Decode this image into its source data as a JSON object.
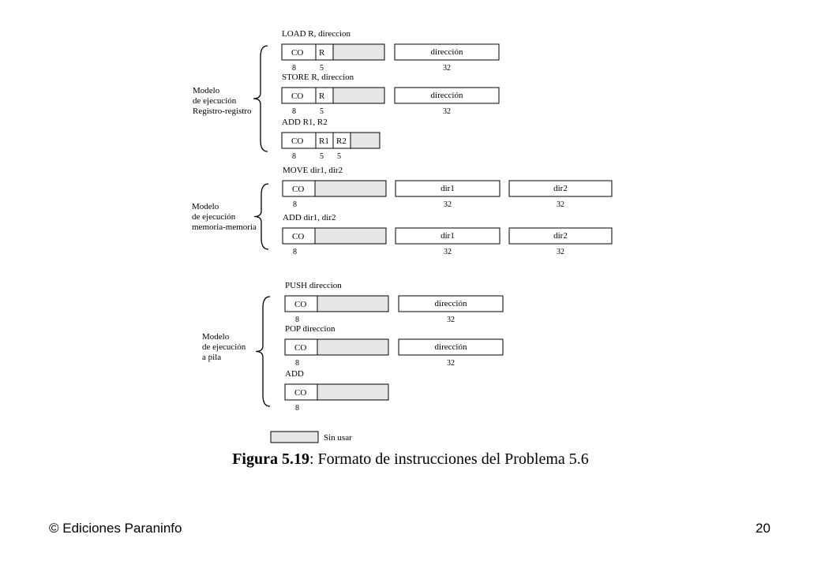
{
  "groups": [
    {
      "label_lines": [
        "Modelo",
        "de ejecución",
        "Registro-registro"
      ],
      "instructions": [
        {
          "title": "LOAD R, direccion",
          "fields": [
            {
              "label": "CO",
              "bits": "8"
            },
            {
              "label": "R",
              "bits": "5"
            },
            {
              "label": "",
              "bits": "",
              "unused": true
            }
          ],
          "words": [
            {
              "label": "dirección",
              "bits": "32"
            }
          ]
        },
        {
          "title": "STORE R, direccion",
          "fields": [
            {
              "label": "CO",
              "bits": "8"
            },
            {
              "label": "R",
              "bits": "5"
            },
            {
              "label": "",
              "bits": "",
              "unused": true
            }
          ],
          "words": [
            {
              "label": "dirección",
              "bits": "32"
            }
          ]
        },
        {
          "title": "ADD R1, R2",
          "fields": [
            {
              "label": "CO",
              "bits": "8"
            },
            {
              "label": "R1",
              "bits": "5"
            },
            {
              "label": "R2",
              "bits": "5"
            },
            {
              "label": "",
              "bits": "",
              "unused": true
            }
          ],
          "words": []
        }
      ]
    },
    {
      "label_lines": [
        "Modelo",
        "de ejecución",
        "memoria-memoria"
      ],
      "instructions": [
        {
          "title": "MOVE dir1, dir2",
          "fields": [
            {
              "label": "CO",
              "bits": "8"
            },
            {
              "label": "",
              "bits": "",
              "unused": true
            }
          ],
          "words": [
            {
              "label": "dir1",
              "bits": "32"
            },
            {
              "label": "dir2",
              "bits": "32"
            }
          ]
        },
        {
          "title": "ADD dir1, dir2",
          "fields": [
            {
              "label": "CO",
              "bits": "8"
            },
            {
              "label": "",
              "bits": "",
              "unused": true
            }
          ],
          "words": [
            {
              "label": "dir1",
              "bits": "32"
            },
            {
              "label": "dir2",
              "bits": "32"
            }
          ]
        }
      ]
    },
    {
      "label_lines": [
        "Modelo",
        "de ejecución",
        "a pila"
      ],
      "instructions": [
        {
          "title": "PUSH direccion",
          "fields": [
            {
              "label": "CO",
              "bits": "8"
            },
            {
              "label": "",
              "bits": "",
              "unused": true
            }
          ],
          "words": [
            {
              "label": "dirección",
              "bits": "32"
            }
          ]
        },
        {
          "title": "POP direccion",
          "fields": [
            {
              "label": "CO",
              "bits": "8"
            },
            {
              "label": "",
              "bits": "",
              "unused": true
            }
          ],
          "words": [
            {
              "label": "dirección",
              "bits": "32"
            }
          ]
        },
        {
          "title": "ADD",
          "fields": [
            {
              "label": "CO",
              "bits": "8"
            },
            {
              "label": "",
              "bits": "",
              "unused": true
            }
          ],
          "words": []
        }
      ]
    }
  ],
  "legend": {
    "label": "Sin usar"
  },
  "caption": {
    "bold": "Figura 5.19",
    "text": ": Formato de instrucciones del Problema 5.6"
  },
  "footer": {
    "left": "© Ediciones Paraninfo",
    "right": "20"
  },
  "colors": {
    "unused_fill": "#e6e6e6",
    "stroke": "#000000"
  }
}
